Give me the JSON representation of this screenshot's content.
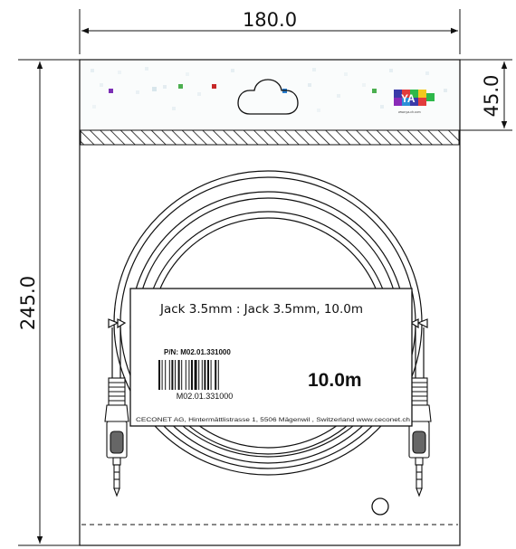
{
  "dimensions": {
    "width_label": "180.0",
    "height_label": "245.0",
    "header_label": "45.0"
  },
  "label": {
    "title": "Jack 3.5mm : Jack 3.5mm, 10.0m",
    "part_number": "P/N: M02.01.331000",
    "barcode_text": "M02.01.331000",
    "length": "10.0m",
    "footer": "CECONET AG, Hintermättlistrasse 1, 5506  Mägenwil , Switzerland  www.ceconet.ch"
  },
  "logo": {
    "text": "YA",
    "url": "www.ya-ch.com",
    "colors": [
      "#3a3aa8",
      "#e23c3c",
      "#2db84a",
      "#f2c81e",
      "#8a2bb8",
      "#2a8fd8"
    ]
  },
  "dots": [
    {
      "color": "#7b2fb5"
    },
    {
      "color": "#d8e6ec"
    },
    {
      "color": "#4caf50"
    },
    {
      "color": "#c62828"
    },
    {
      "color": "#2a7fd0"
    },
    {
      "color": "#4caf50"
    }
  ]
}
